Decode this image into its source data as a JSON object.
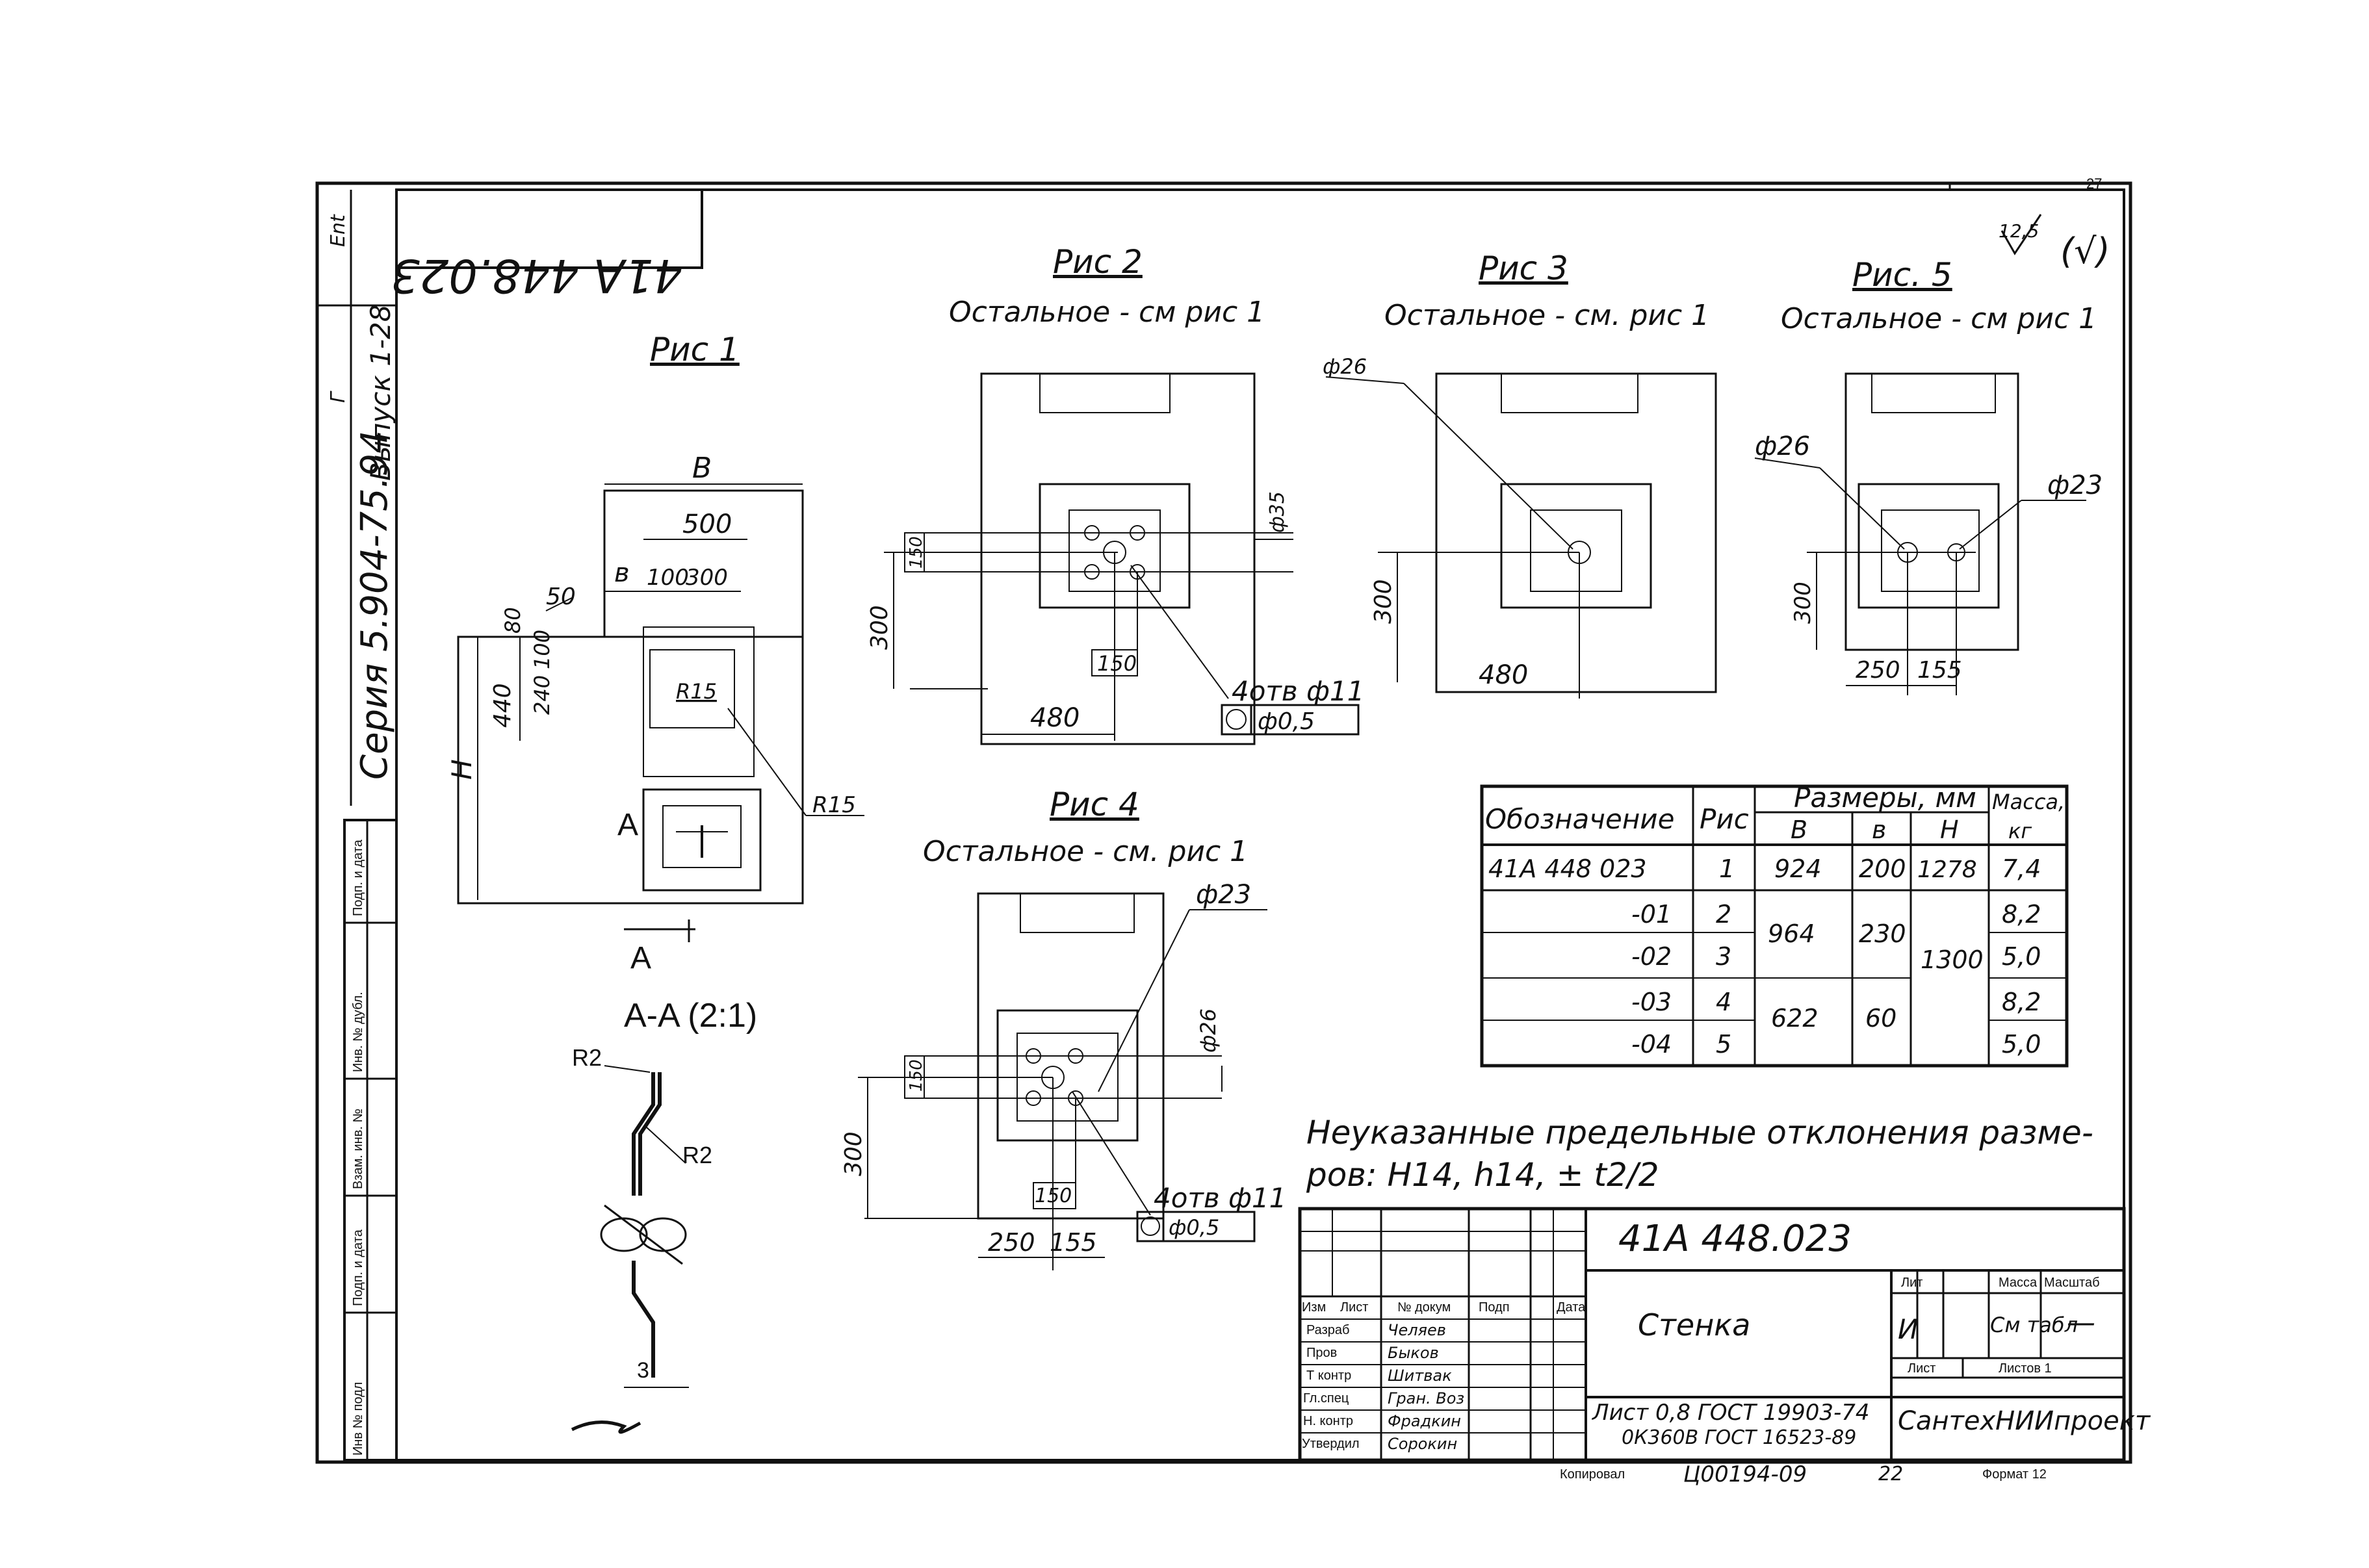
{
  "top_stamp": "41A 448.023",
  "side": {
    "series": "Серия  5.904-75.94",
    "vypusk": "Выпуск 1-28",
    "corner": "Г",
    "corner2": "Ent",
    "stamp_cells": [
      "Инв № подл",
      "Подп. и дата",
      "Взам. инв. №",
      "Инв. № дубл.",
      "Подп. и дата"
    ]
  },
  "fig1": {
    "title": "Рис 1",
    "dims": {
      "B": "B",
      "w500": "500",
      "b": "в",
      "w100": "100",
      "w300": "300",
      "r50": "50",
      "h80": "80",
      "h240": "240",
      "h100": "100",
      "h440": "440",
      "H": "H",
      "R15a": "R15",
      "R15b": "R15",
      "A1": "A",
      "A2": "A"
    }
  },
  "section": {
    "title": "A-A (2:1)",
    "R2a": "R2",
    "R2b": "R2",
    "t3": "3"
  },
  "fig2": {
    "title": "Рис 2",
    "note": "Остальное - см рис 1",
    "dims": {
      "d35": "ф35",
      "h150": "150",
      "h300": "300",
      "w150": "150",
      "w480": "480",
      "holes": "4отв ф11",
      "tol": "ф0,5"
    }
  },
  "fig3": {
    "title": "Рис 3",
    "note": "Остальное - см. рис 1",
    "dims": {
      "d": "ф26",
      "h300": "300",
      "w480": "480"
    }
  },
  "fig4": {
    "title": "Рис 4",
    "note": "Остальное - см. рис 1",
    "dims": {
      "d23": "ф23",
      "d26": "ф26",
      "h150": "150",
      "h300": "300",
      "w150": "150",
      "w250": "250",
      "w155": "155",
      "holes": "4отв ф11",
      "tol": "ф0,5"
    }
  },
  "fig5": {
    "title": "Рис. 5",
    "note": "Остальное - см рис 1",
    "dims": {
      "d26": "ф26",
      "d23": "ф23",
      "h300": "300",
      "w250": "250",
      "w155": "155"
    }
  },
  "roughness": {
    "value": "12,5",
    "mark": "(√)"
  },
  "table": {
    "headers": {
      "designation": "Обозначение",
      "fig": "Рис",
      "sizes": "Размеры, мм",
      "B": "B",
      "b": "в",
      "H": "H",
      "mass": "Масса,",
      "mass_unit": "кг"
    },
    "rows": [
      {
        "designation": "41A 448 023",
        "fig": "1",
        "B": "924",
        "b": "200",
        "H": "1278",
        "mass": "7,4"
      },
      {
        "designation": "-01",
        "fig": "2",
        "B": "964",
        "b": "230",
        "H": "1300",
        "mass": "8,2"
      },
      {
        "designation": "-02",
        "fig": "3",
        "B": "",
        "b": "",
        "H": "",
        "mass": "5,0"
      },
      {
        "designation": "-03",
        "fig": "4",
        "B": "622",
        "b": "60",
        "H": "",
        "mass": "8,2"
      },
      {
        "designation": "-04",
        "fig": "5",
        "B": "",
        "b": "",
        "H": "",
        "mass": "5,0"
      }
    ]
  },
  "note": {
    "line1": "Неуказанные предельные отклонения разме-",
    "line2": "ров: H14, h14, ± t2/2"
  },
  "title_block": {
    "code": "41A 448.023",
    "name": "Стенка",
    "material1": "Лист 0,8 ГОСТ 19903-74",
    "material2": "0К360В ГОСТ 16523-89",
    "lit_label": "Лит",
    "mass_label": "Масса",
    "scale_label": "Масштаб",
    "lit": "И",
    "mass": "См табл",
    "scale": "—",
    "sheet_label": "Лист",
    "sheets_label": "Листов 1",
    "org": "СантехНИИпроект",
    "header_cells": [
      "Изм",
      "Лист",
      "№ докум",
      "Подп",
      "Дата"
    ],
    "roles": [
      "Разраб",
      "Пров",
      "Т контр",
      "Гл.спец",
      "Н. контр",
      "Утвердил"
    ],
    "people": [
      "Челяев",
      "Быков",
      "Шитвак",
      "Гран. Воз",
      "Фрадкин",
      "Сорокин"
    ],
    "copied": "Копировал",
    "copy_id": "Ц00194-09",
    "copy_n": "22",
    "format": "Формат 12",
    "page_num": "27"
  }
}
